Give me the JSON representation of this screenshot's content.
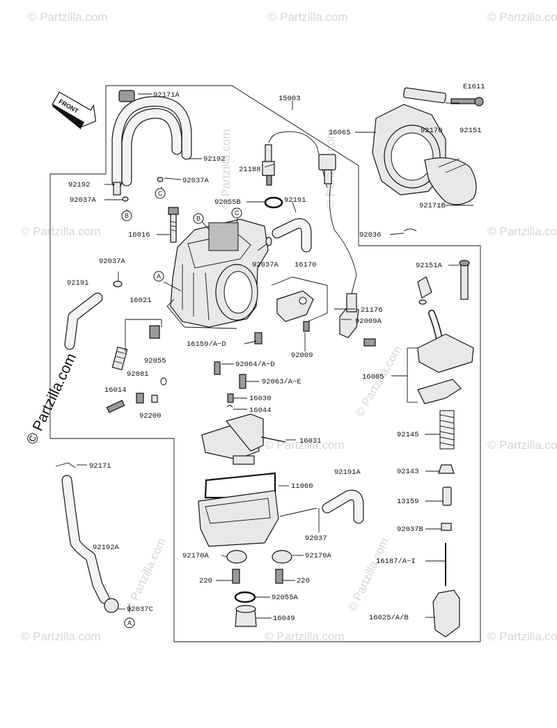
{
  "diagram_code": "E1611",
  "direction": "FRONT",
  "watermark_text": "© Partzilla.com",
  "parts": {
    "p92171A": "92171A",
    "p15003": "15003",
    "p16065": "16065",
    "p92170": "92170",
    "p92151": "92151",
    "p92192_left": "92192",
    "p92192_right": "92192",
    "p21188": "21188",
    "p92037A_c": "92037A",
    "p92037A_left": "92037A",
    "p92055B": "92055B",
    "p92191_top": "92191",
    "p92171B": "92171B",
    "p16016": "16016",
    "p92036": "92036",
    "p92037A_mid": "92037A",
    "p16170": "16170",
    "p92151A": "92151A",
    "p92037A_l2": "92037A",
    "p92191_left": "92191",
    "p16021": "16021",
    "p21176": "21176",
    "p92009A": "92009A",
    "p16159": "16159/A~D",
    "p92009": "92009",
    "p92064": "92064/A~D",
    "p92055": "92055",
    "p92081": "92081",
    "p16005": "16005",
    "p92063": "92063/A~E",
    "p16014": "16014",
    "p16030": "16030",
    "p92200": "92200",
    "p16044": "16044",
    "p16031": "16031",
    "p92145": "92145",
    "p92171": "92171",
    "p92143": "92143",
    "p92191A": "92191A",
    "p11060": "11060",
    "p13159": "13159",
    "p92037": "92037",
    "p92037B": "92037B",
    "p92192A": "92192A",
    "p92170A_l": "92170A",
    "p92170A_r": "92170A",
    "p16187": "16187/A~I",
    "p220_l": "220",
    "p220_r": "220",
    "p92055A": "92055A",
    "p92037C": "92037C",
    "p16025": "16025/A/B",
    "p16049": "16049"
  },
  "refs": {
    "A_top": "A",
    "A_bottom": "A",
    "B_top": "B",
    "B_left": "B",
    "C_top": "C",
    "C_mid": "C"
  }
}
